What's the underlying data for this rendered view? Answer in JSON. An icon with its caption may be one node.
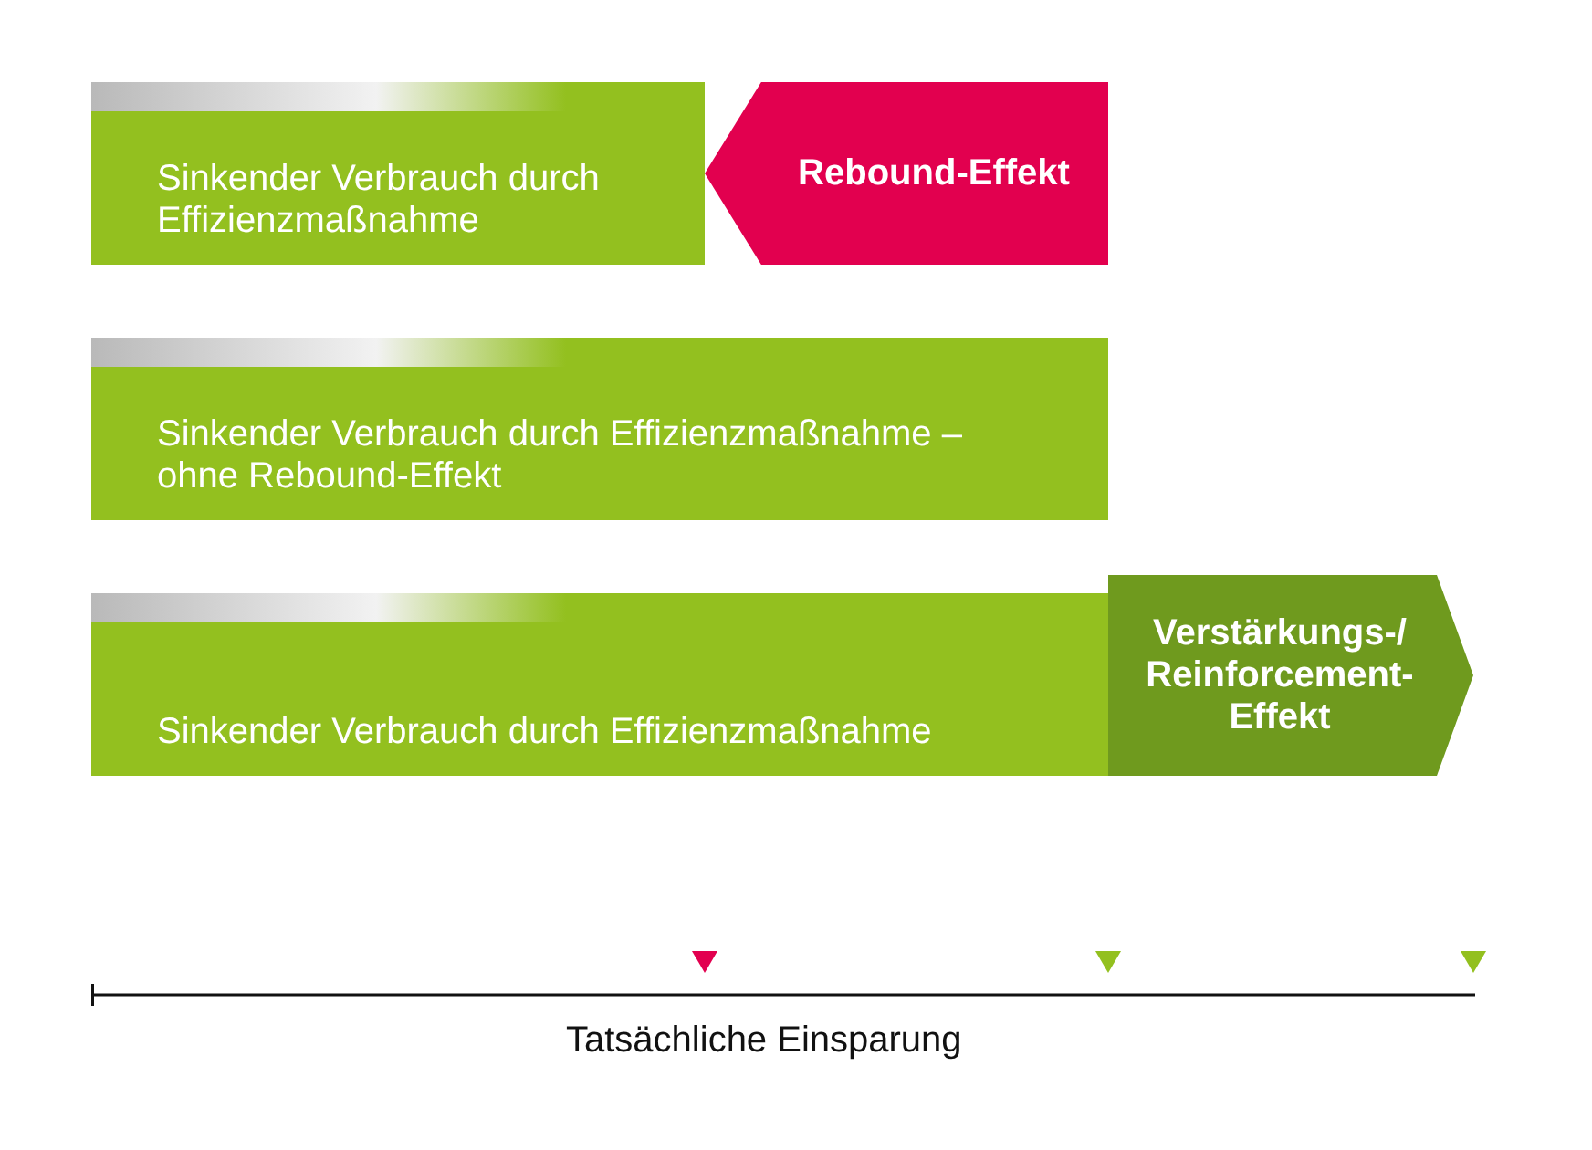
{
  "diagram": {
    "nodes": [
      {
        "text": [
          "Sinkender Verbrauch durch Effizienzmaßnahme"
        ]
      },
      {
        "text": [
          "Rebound-Effekt"
        ]
      },
      {
        "text": [
          "Sinkender Verbrauch durch Effizienzmaßnahme – ohne Rebound-Effekt"
        ]
      },
      {
        "text": [
          "Sinkender Verbrauch durch Effizienzmaßnahme"
        ]
      },
      {
        "text": [
          "Verstärkungs-/ Reinforcement-Effekt"
        ]
      }
    ],
    "labels": [
      "Tatsächliche Einsparung"
    ]
  }
}
